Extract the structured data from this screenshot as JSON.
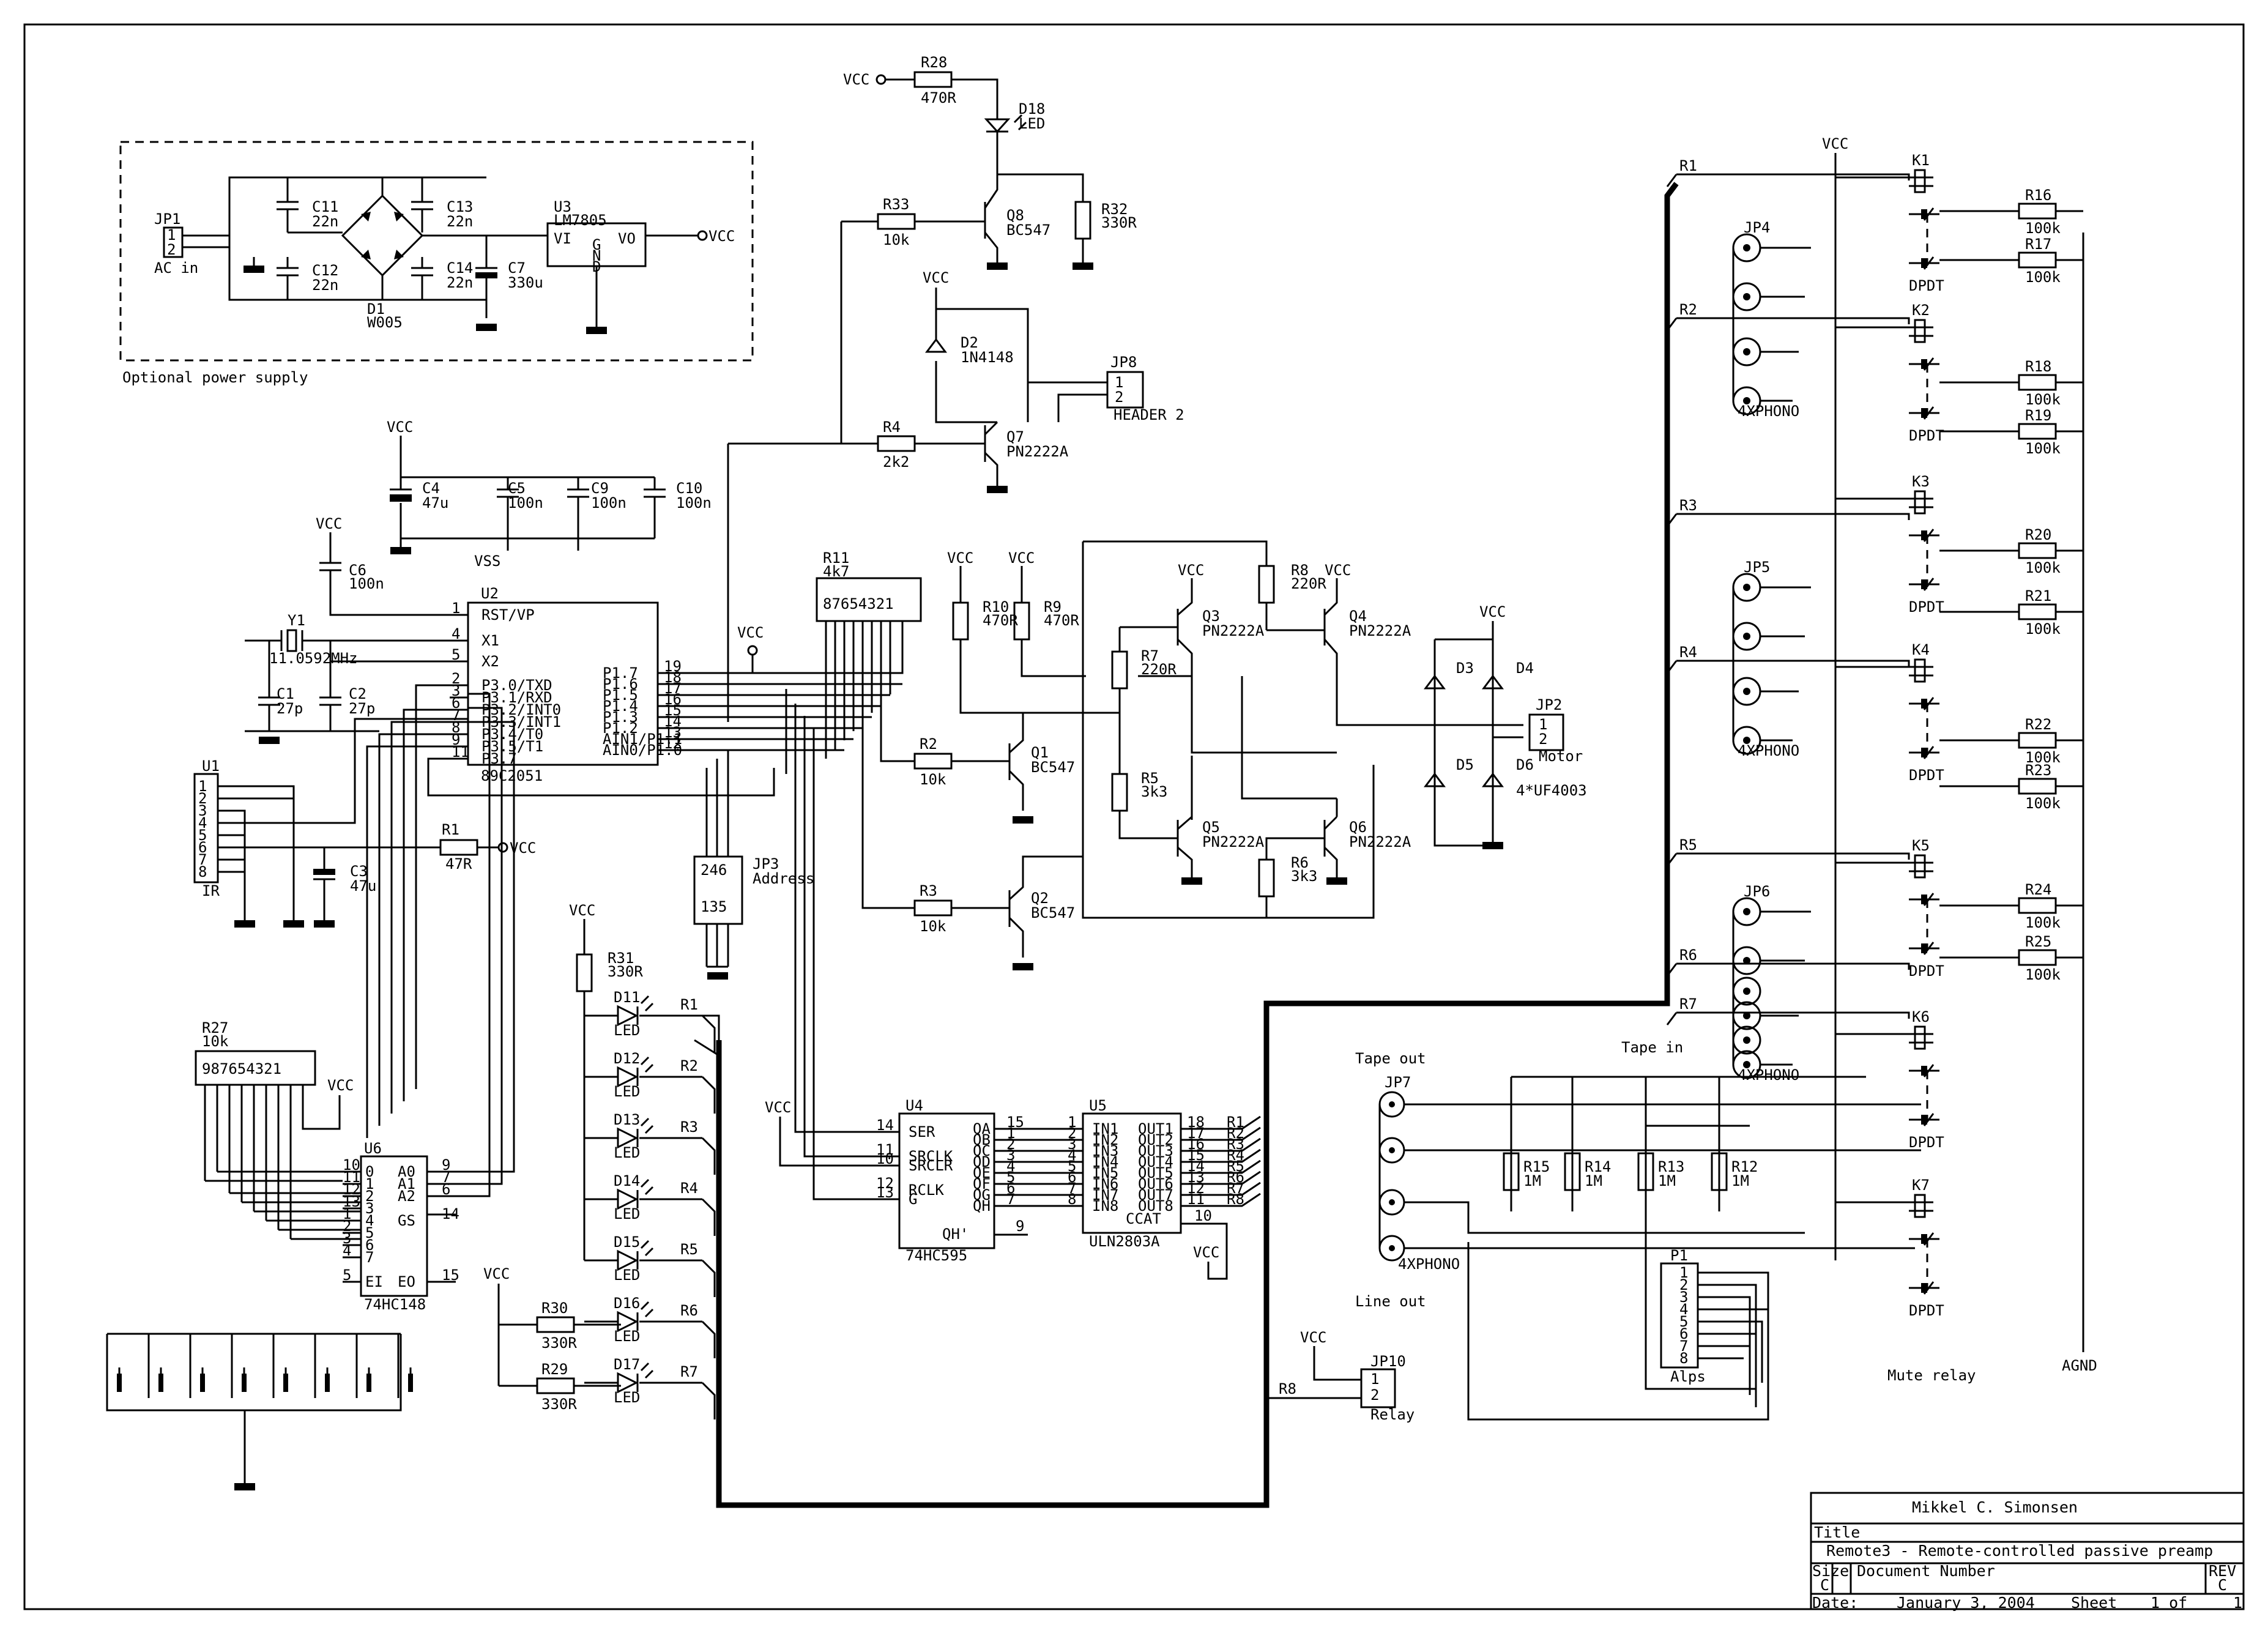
{
  "power_supply": {
    "caption": "Optional power supply",
    "jp1": {
      "ref": "JP1",
      "label": "AC in",
      "pins": [
        "1",
        "2"
      ]
    },
    "bridge": {
      "ref": "D1",
      "value": "W005"
    },
    "caps": [
      {
        "ref": "C11",
        "value": "22n"
      },
      {
        "ref": "C12",
        "value": "22n"
      },
      {
        "ref": "C13",
        "value": "22n"
      },
      {
        "ref": "C14",
        "value": "22n"
      },
      {
        "ref": "C7",
        "value": "330u"
      }
    ],
    "regulator": {
      "ref": "U3",
      "value": "LM7805",
      "pins": [
        "VI",
        "VO",
        "G",
        "N",
        "D"
      ]
    },
    "vcc": "VCC"
  },
  "decoupling": {
    "vcc": "VCC",
    "vss": "VSS",
    "caps": [
      {
        "ref": "C4",
        "value": "47u"
      },
      {
        "ref": "C5",
        "value": "100n"
      },
      {
        "ref": "C9",
        "value": "100n"
      },
      {
        "ref": "C10",
        "value": "100n"
      }
    ]
  },
  "mcu": {
    "ref": "U2",
    "part": "89C2051",
    "left_pins": [
      {
        "num": "1",
        "name": "RST/VP"
      },
      {
        "num": "4",
        "name": "X1"
      },
      {
        "num": "5",
        "name": "X2"
      },
      {
        "num": "2",
        "name": "P3.0/TXD"
      },
      {
        "num": "3",
        "name": "P3.1/RXD"
      },
      {
        "num": "6",
        "name": "P3.2/INT0"
      },
      {
        "num": "7",
        "name": "P3.3/INT1"
      },
      {
        "num": "8",
        "name": "P3.4/T0"
      },
      {
        "num": "9",
        "name": "P3.5/T1"
      },
      {
        "num": "11",
        "name": "P3.7"
      }
    ],
    "right_pins": [
      {
        "num": "19",
        "name": "P1.7"
      },
      {
        "num": "18",
        "name": "P1.6"
      },
      {
        "num": "17",
        "name": "P1.5"
      },
      {
        "num": "16",
        "name": "P1.4"
      },
      {
        "num": "15",
        "name": "P1.3"
      },
      {
        "num": "14",
        "name": "P1.2"
      },
      {
        "num": "13",
        "name": "AIN1/P1.1"
      },
      {
        "num": "12",
        "name": "AIN0/P1.0"
      }
    ],
    "c6": {
      "ref": "C6",
      "value": "100n"
    },
    "crystal": {
      "ref": "Y1",
      "value": "11.0592MHz"
    },
    "c1": {
      "ref": "C1",
      "value": "27p"
    },
    "c2": {
      "ref": "C2",
      "value": "27p"
    },
    "vcc": "VCC"
  },
  "ir": {
    "ref": "U1",
    "label": "IR",
    "pins": [
      "1",
      "2",
      "3",
      "4",
      "5",
      "6",
      "7",
      "8"
    ],
    "r1": {
      "ref": "R1",
      "value": "47R"
    },
    "c3": {
      "ref": "C3",
      "value": "47u"
    },
    "vcc": "VCC"
  },
  "address": {
    "ref": "JP3",
    "label": "Address",
    "top": "246",
    "bottom": "135",
    "rnet": {
      "ref": "R11",
      "value": "4k7",
      "pins": "87654321"
    }
  },
  "led_driver": {
    "q8": {
      "ref": "Q8",
      "value": "BC547"
    },
    "r28": {
      "ref": "R28",
      "value": "470R"
    },
    "d18": {
      "ref": "D18",
      "value": "LED"
    },
    "r33": {
      "ref": "R33",
      "value": "10k"
    },
    "r32": {
      "ref": "R32",
      "value": "330R"
    },
    "vcc": "VCC"
  },
  "aux": {
    "d2": {
      "ref": "D2",
      "value": "1N4148"
    },
    "jp8": {
      "ref": "JP8",
      "value": "HEADER 2",
      "pins": [
        "1",
        "2"
      ]
    },
    "r4": {
      "ref": "R4",
      "value": "2k2"
    },
    "q7": {
      "ref": "Q7",
      "value": "PN2222A"
    },
    "vcc": "VCC"
  },
  "motor": {
    "r10": {
      "ref": "R10",
      "value": "470R"
    },
    "r9": {
      "ref": "R9",
      "value": "470R"
    },
    "r8": {
      "ref": "R8",
      "value": "220R"
    },
    "r7": {
      "ref": "R7",
      "value": "220R"
    },
    "r5": {
      "ref": "R5",
      "value": "3k3"
    },
    "r6": {
      "ref": "R6",
      "value": "3k3"
    },
    "r2": {
      "ref": "R2",
      "value": "10k"
    },
    "r3": {
      "ref": "R3",
      "value": "10k"
    },
    "q1": {
      "ref": "Q1",
      "value": "BC547"
    },
    "q2": {
      "ref": "Q2",
      "value": "BC547"
    },
    "q3": {
      "ref": "Q3",
      "value": "PN2222A"
    },
    "q4": {
      "ref": "Q4",
      "value": "PN2222A"
    },
    "q5": {
      "ref": "Q5",
      "value": "PN2222A"
    },
    "q6": {
      "ref": "Q6",
      "value": "PN2222A"
    },
    "diodes": [
      "D3",
      "D4",
      "D5",
      "D6"
    ],
    "diode_value": "4*UF4003",
    "jp2": {
      "ref": "JP2",
      "label": "Motor",
      "pins": [
        "1",
        "2"
      ]
    },
    "vcc": "VCC"
  },
  "keypad": {
    "rnet": {
      "ref": "R27",
      "value": "10k",
      "pins": "987654321"
    },
    "encoder": {
      "ref": "U6",
      "part": "74HC148",
      "inputs": [
        {
          "num": "10",
          "name": "0"
        },
        {
          "num": "11",
          "name": "1"
        },
        {
          "num": "12",
          "name": "2"
        },
        {
          "num": "13",
          "name": "3"
        },
        {
          "num": "1",
          "name": "4"
        },
        {
          "num": "2",
          "name": "5"
        },
        {
          "num": "3",
          "name": "6"
        },
        {
          "num": "4",
          "name": "7"
        },
        {
          "num": "5",
          "name": "EI"
        }
      ],
      "outputs": [
        {
          "num": "9",
          "name": "A0"
        },
        {
          "num": "7",
          "name": "A1"
        },
        {
          "num": "6",
          "name": "A2"
        },
        {
          "num": "14",
          "name": "GS"
        },
        {
          "num": "15",
          "name": "EO"
        }
      ]
    },
    "vcc": "VCC"
  },
  "leds": {
    "r31": {
      "ref": "R31",
      "value": "330R"
    },
    "r30": {
      "ref": "R30",
      "value": "330R"
    },
    "r29": {
      "ref": "R29",
      "value": "330R"
    },
    "items": [
      {
        "ref": "D11",
        "value": "LED",
        "net": "R1"
      },
      {
        "ref": "D12",
        "value": "LED",
        "net": "R2"
      },
      {
        "ref": "D13",
        "value": "LED",
        "net": "R3"
      },
      {
        "ref": "D14",
        "value": "LED",
        "net": "R4"
      },
      {
        "ref": "D15",
        "value": "LED",
        "net": "R5"
      },
      {
        "ref": "D16",
        "value": "LED",
        "net": "R6"
      },
      {
        "ref": "D17",
        "value": "LED",
        "net": "R7"
      }
    ],
    "vcc": "VCC"
  },
  "shift": {
    "ref": "U4",
    "part": "74HC595",
    "left_pins": [
      {
        "num": "14",
        "name": "SER"
      },
      {
        "num": "11",
        "name": "SRCLK"
      },
      {
        "num": "10",
        "name": "SRCLR"
      },
      {
        "num": "12",
        "name": "RCLK"
      },
      {
        "num": "13",
        "name": "G"
      }
    ],
    "right_pins": [
      {
        "num": "15",
        "name": "QA"
      },
      {
        "num": "1",
        "name": "QB"
      },
      {
        "num": "2",
        "name": "QC"
      },
      {
        "num": "3",
        "name": "QD"
      },
      {
        "num": "4",
        "name": "QE"
      },
      {
        "num": "5",
        "name": "QF"
      },
      {
        "num": "6",
        "name": "QG"
      },
      {
        "num": "7",
        "name": "QH"
      }
    ],
    "qh_out": {
      "num": "9",
      "name": "QH'"
    },
    "vcc": "VCC"
  },
  "darlington": {
    "ref": "U5",
    "part": "ULN2803A",
    "in_pins": [
      {
        "num": "1",
        "name": "IN1"
      },
      {
        "num": "2",
        "name": "IN2"
      },
      {
        "num": "3",
        "name": "IN3"
      },
      {
        "num": "4",
        "name": "IN4"
      },
      {
        "num": "5",
        "name": "IN5"
      },
      {
        "num": "6",
        "name": "IN6"
      },
      {
        "num": "7",
        "name": "IN7"
      },
      {
        "num": "8",
        "name": "IN8"
      }
    ],
    "out_pins": [
      {
        "num": "18",
        "name": "OUT1",
        "net": "R1"
      },
      {
        "num": "17",
        "name": "OUT2",
        "net": "R2"
      },
      {
        "num": "16",
        "name": "OUT3",
        "net": "R3"
      },
      {
        "num": "15",
        "name": "OUT4",
        "net": "R4"
      },
      {
        "num": "14",
        "name": "OUT5",
        "net": "R5"
      },
      {
        "num": "13",
        "name": "OUT6",
        "net": "R6"
      },
      {
        "num": "12",
        "name": "OUT7",
        "net": "R7"
      },
      {
        "num": "11",
        "name": "OUT8",
        "net": "R8"
      }
    ],
    "ccat": {
      "num": "10",
      "name": "CCAT"
    },
    "vcc": "VCC"
  },
  "relay_header": {
    "ref": "JP10",
    "label": "Relay",
    "pins": [
      "1",
      "2"
    ],
    "net": "R8",
    "vcc": "VCC"
  },
  "inputs": {
    "vcc": "VCC",
    "agnd": "AGND",
    "relay_type": "DPDT",
    "relays": [
      {
        "ref": "K1",
        "net": "R1"
      },
      {
        "ref": "K2",
        "net": "R2"
      },
      {
        "ref": "K3",
        "net": "R3"
      },
      {
        "ref": "K4",
        "net": "R4"
      },
      {
        "ref": "K5",
        "net": "R5"
      },
      {
        "ref": "K6",
        "net": "R6"
      },
      {
        "ref": "K7",
        "net": "R7"
      }
    ],
    "jacks": [
      {
        "ref": "JP4",
        "value": "4XPHONO"
      },
      {
        "ref": "JP5",
        "value": "4XPHONO"
      },
      {
        "ref": "JP6",
        "value": "4XPHONO"
      }
    ],
    "resistors": [
      {
        "ref": "R16",
        "value": "100k"
      },
      {
        "ref": "R17",
        "value": "100k"
      },
      {
        "ref": "R18",
        "value": "100k"
      },
      {
        "ref": "R19",
        "value": "100k"
      },
      {
        "ref": "R20",
        "value": "100k"
      },
      {
        "ref": "R21",
        "value": "100k"
      },
      {
        "ref": "R22",
        "value": "100k"
      },
      {
        "ref": "R23",
        "value": "100k"
      },
      {
        "ref": "R24",
        "value": "100k"
      },
      {
        "ref": "R25",
        "value": "100k"
      }
    ],
    "tape_in": "Tape in",
    "mute_relay": "Mute relay"
  },
  "outputs": {
    "tape_out": "Tape out",
    "line_out": "Line out",
    "jp7": {
      "ref": "JP7",
      "value": "4XPHONO"
    },
    "resistors": [
      {
        "ref": "R15",
        "value": "1M"
      },
      {
        "ref": "R14",
        "value": "1M"
      },
      {
        "ref": "R13",
        "value": "1M"
      },
      {
        "ref": "R12",
        "value": "1M"
      }
    ],
    "pot": {
      "ref": "P1",
      "label": "Alps",
      "pins": [
        "1",
        "2",
        "3",
        "4",
        "5",
        "6",
        "7",
        "8"
      ]
    }
  },
  "title_block": {
    "author": "Mikkel C. Simonsen",
    "title_label": "Title",
    "title": "Remote3 - Remote-controlled passive preamp",
    "size_label": "Size",
    "size": "C",
    "docnum_label": "Document Number",
    "rev_label": "REV",
    "rev": "C",
    "date_label": "Date:",
    "date": "January  3, 2004",
    "sheet_label": "Sheet",
    "sheet_of": "1  of",
    "sheet_total": "1"
  }
}
